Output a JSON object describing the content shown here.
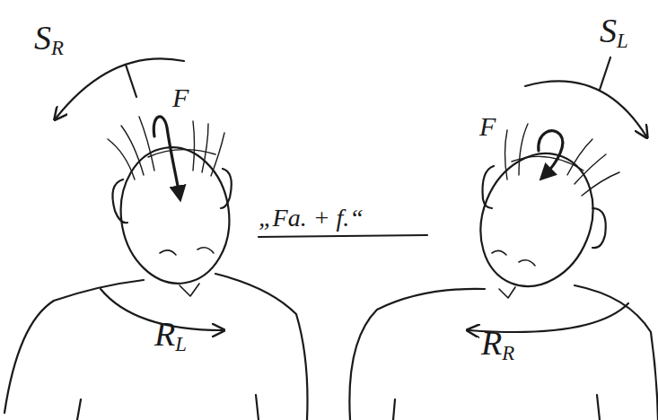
{
  "diagram": {
    "labels": [
      "SR",
      "SL",
      "F",
      "F",
      "„Fa. + f.“",
      "RL",
      "RR"
    ]
  }
}
